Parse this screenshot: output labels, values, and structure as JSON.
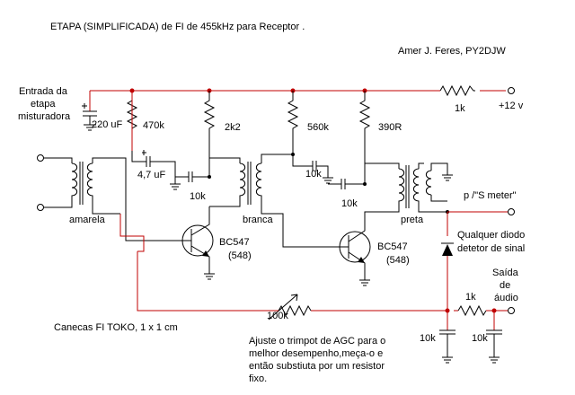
{
  "title": "ETAPA (SIMPLIFICADA) de FI de 455kHz para Receptor .",
  "author": "Amer J. Feres, PY2DJW",
  "input_label": [
    "Entrada da",
    "etapa",
    "misturadora"
  ],
  "supply": "+12 v",
  "components": {
    "c_input": "220 uF",
    "r1": "470k",
    "r2": "2k2",
    "r3": "560k",
    "r4": "390R",
    "r_supply": "1k",
    "c1": "4,7 uF",
    "c2": "10k",
    "c3": "10k",
    "c4": "10k",
    "q1": [
      "BC547",
      "(548)"
    ],
    "q2": [
      "BC547",
      "(548)"
    ],
    "trimpot": "100k",
    "r_out": "1k",
    "c_out1": "10k",
    "c_out2": "10k"
  },
  "transformers": {
    "t1": "amarela",
    "t2": "branca",
    "t3": "preta"
  },
  "s_meter": "p /\"S meter\"",
  "diode_label": [
    "Qualquer diodo",
    "detetor de sinal"
  ],
  "output_label": [
    "Saída",
    "de",
    "áudio"
  ],
  "cans_note": "Canecas FI  TOKO,  1 x 1 cm",
  "agc_note": [
    "Ajuste o trimpot de AGC para o",
    "melhor desempenho,meça-o e",
    "então substiuta por um resistor",
    "fixo."
  ]
}
